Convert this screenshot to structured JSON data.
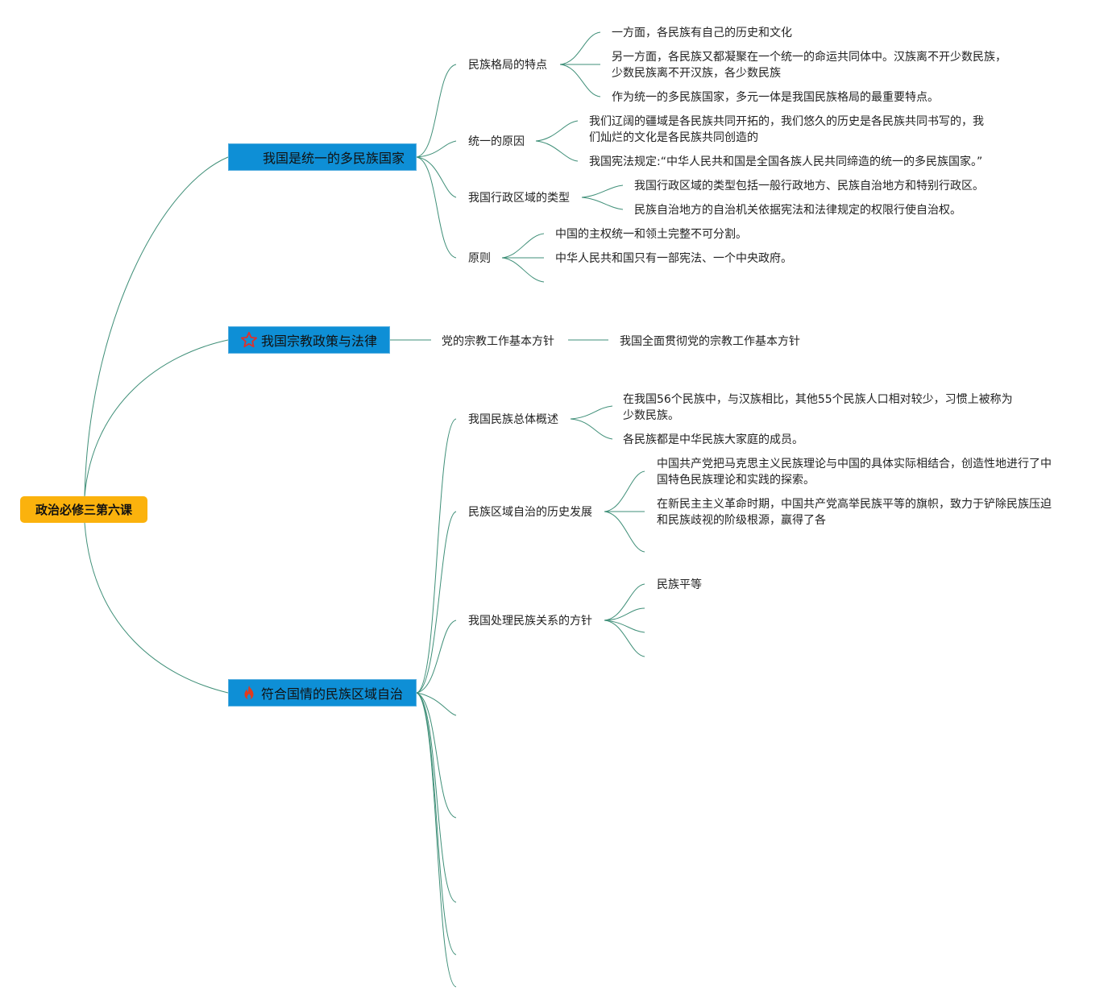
{
  "root": {
    "label": "政治必修三第六课"
  },
  "branch1": {
    "label": "我国是统一的多民族国家",
    "sub1": {
      "label": "民族格局的特点",
      "items": [
        "一方面，各民族有自己的历史和文化",
        "另一方面，各民族又都凝聚在一个统一的命运共同体中。汉族离不开少数民族，少数民族离不开汉族，各少数民族",
        "作为统一的多民族国家，多元一体是我国民族格局的最重要特点。"
      ]
    },
    "sub2": {
      "label": "统一的原因",
      "items": [
        "我们辽阔的疆域是各民族共同开拓的，我们悠久的历史是各民族共同书写的，我们灿烂的文化是各民族共同创造的",
        "我国宪法规定:“中华人民共和国是全国各族人民共同缔造的统一的多民族国家。”"
      ]
    },
    "sub3": {
      "label": "我国行政区域的类型",
      "items": [
        "我国行政区域的类型包括一般行政地方、民族自治地方和特别行政区。",
        "民族自治地方的自治机关依据宪法和法律规定的权限行使自治权。"
      ]
    },
    "sub4": {
      "label": "原则",
      "items": [
        "中国的主权统一和领土完整不可分割。",
        "中华人民共和国只有一部宪法、一个中央政府。"
      ]
    }
  },
  "branch2": {
    "label": "我国宗教政策与法律",
    "icon": "star-outline-icon",
    "sub1": {
      "label": "党的宗教工作基本方针",
      "items": [
        "我国全面贯彻党的宗教工作基本方针"
      ]
    }
  },
  "branch3": {
    "label": "符合国情的民族区域自治",
    "icon": "fire-icon",
    "sub1": {
      "label": "我国民族总体概述",
      "items": [
        "在我国56个民族中，与汉族相比，其他55个民族人口相对较少，习惯上被称为少数民族。",
        "各民族都是中华民族大家庭的成员。"
      ]
    },
    "sub2": {
      "label": "民族区域自治的历史发展",
      "items": [
        "中国共产党把马克思主义民族理论与中国的具体实际相结合，创造性地进行了中国特色民族理论和实践的探索。",
        "在新民主主义革命时期，中国共产党高举民族平等的旗帜，致力于铲除民族压迫和民族歧视的阶级根源，赢得了各"
      ]
    },
    "sub3": {
      "label": "我国处理民族关系的方针",
      "items": [
        "民族平等"
      ]
    }
  },
  "colors": {
    "root_fill": "#fbb20d",
    "branch_fill": "#0e8fd6",
    "line": "#3f8f78",
    "star": "#e0302a",
    "fire": "#e03a1e"
  }
}
